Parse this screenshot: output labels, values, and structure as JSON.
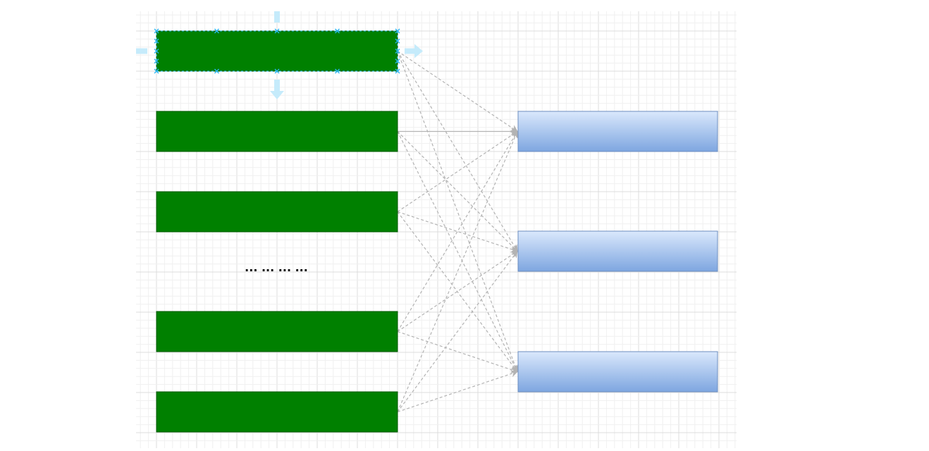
{
  "canvas": {
    "background": "#ffffff",
    "grid_minor_color": "#f0f0f0",
    "grid_major_color": "#dcdcdc"
  },
  "input_nodes": [
    {
      "id": "in-1",
      "label": "",
      "selected": true
    },
    {
      "id": "in-2",
      "label": "",
      "selected": false
    },
    {
      "id": "in-3",
      "label": "",
      "selected": false
    },
    {
      "id": "in-4",
      "label": "",
      "selected": false
    },
    {
      "id": "in-5",
      "label": "",
      "selected": false
    }
  ],
  "output_nodes": [
    {
      "id": "out-1",
      "label": ""
    },
    {
      "id": "out-2",
      "label": ""
    },
    {
      "id": "out-3",
      "label": ""
    }
  ],
  "ellipsis": {
    "text": "··· ··· ··· ···"
  },
  "connections": "all-to-all",
  "colors": {
    "input_fill": "#008000",
    "input_stroke": "#005700",
    "output_fill_top": "#dae8fc",
    "output_fill_bottom": "#7ea6e0",
    "output_stroke": "#6c8ebf",
    "edge": "#b3b3b3",
    "selection": "#29b6f2",
    "hover_arrow": "#c5ebfb"
  }
}
